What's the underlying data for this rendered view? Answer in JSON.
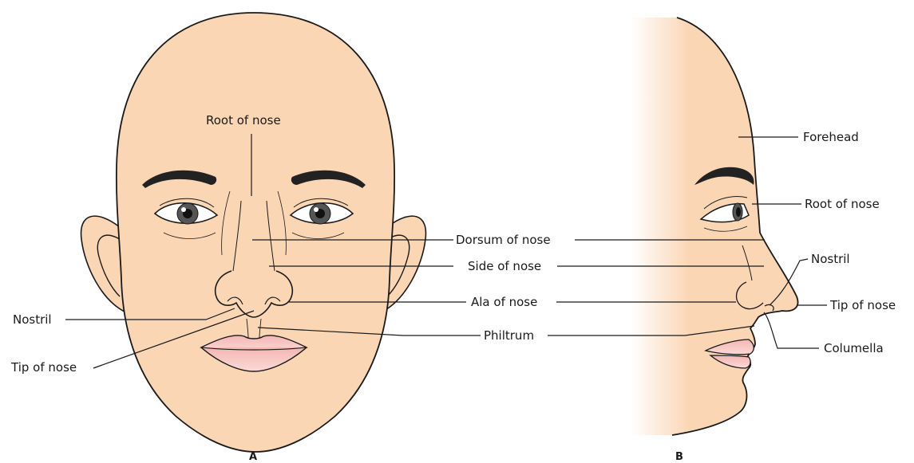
{
  "panels": {
    "a_letter": "A",
    "b_letter": "B"
  },
  "front_labels": {
    "root_of_nose": "Root of nose",
    "nostril": "Nostril",
    "tip_of_nose": "Tip of nose"
  },
  "shared_labels": {
    "dorsum_of_nose": "Dorsum of nose",
    "side_of_nose": "Side of nose",
    "ala_of_nose": "Ala of nose",
    "philtrum": "Philtrum"
  },
  "profile_labels": {
    "forehead": "Forehead",
    "root_of_nose": "Root of nose",
    "nostril": "Nostril",
    "tip_of_nose": "Tip of nose",
    "columella": "Columella"
  },
  "colors": {
    "skin": "#fbd6b5",
    "outline": "#1a1a1a",
    "lips": "#f5c3c0",
    "brow": "#222222"
  }
}
